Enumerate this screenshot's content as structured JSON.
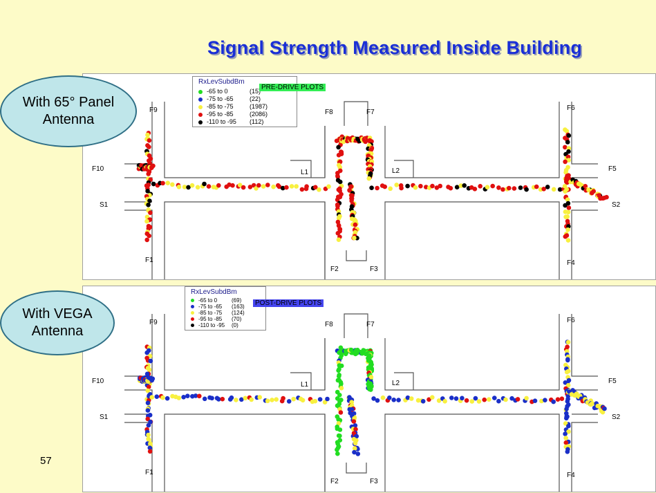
{
  "title": "Signal Strength Measured Inside Building",
  "page_number": "57",
  "colors": {
    "green": "#22dd22",
    "blue": "#1a2fc8",
    "yellow": "#f8f040",
    "red": "#e01010",
    "black": "#000000"
  },
  "legend_ranges": [
    "-65 to  0",
    "-75 to -65",
    "-85 to -75",
    "-95 to -85",
    "-110 to -95"
  ],
  "panels": [
    {
      "caption_lines": [
        "With 65° Panel",
        "Antenna"
      ],
      "legend_title": "RxLevSubdBm",
      "plot_label": "PRE-DRIVE PLOTS",
      "plot_label_color": "#33ee55",
      "counts": [
        "(15)",
        "(22)",
        "(1987)",
        "(2086)",
        "(112)"
      ]
    },
    {
      "caption_lines": [
        "With VEGA",
        "Antenna"
      ],
      "legend_title": "RxLevSubdBm",
      "plot_label": "POST-DRIVE PLOTS",
      "plot_label_color": "#4444ee",
      "counts": [
        "(69)",
        "(163)",
        "(124)",
        "(70)",
        "(0)"
      ]
    }
  ],
  "map_labels": [
    "F9",
    "F8",
    "F7",
    "F6",
    "F10",
    "F5",
    "S1",
    "S2",
    "F1",
    "F2",
    "F3",
    "F4",
    "L1",
    "L2"
  ]
}
